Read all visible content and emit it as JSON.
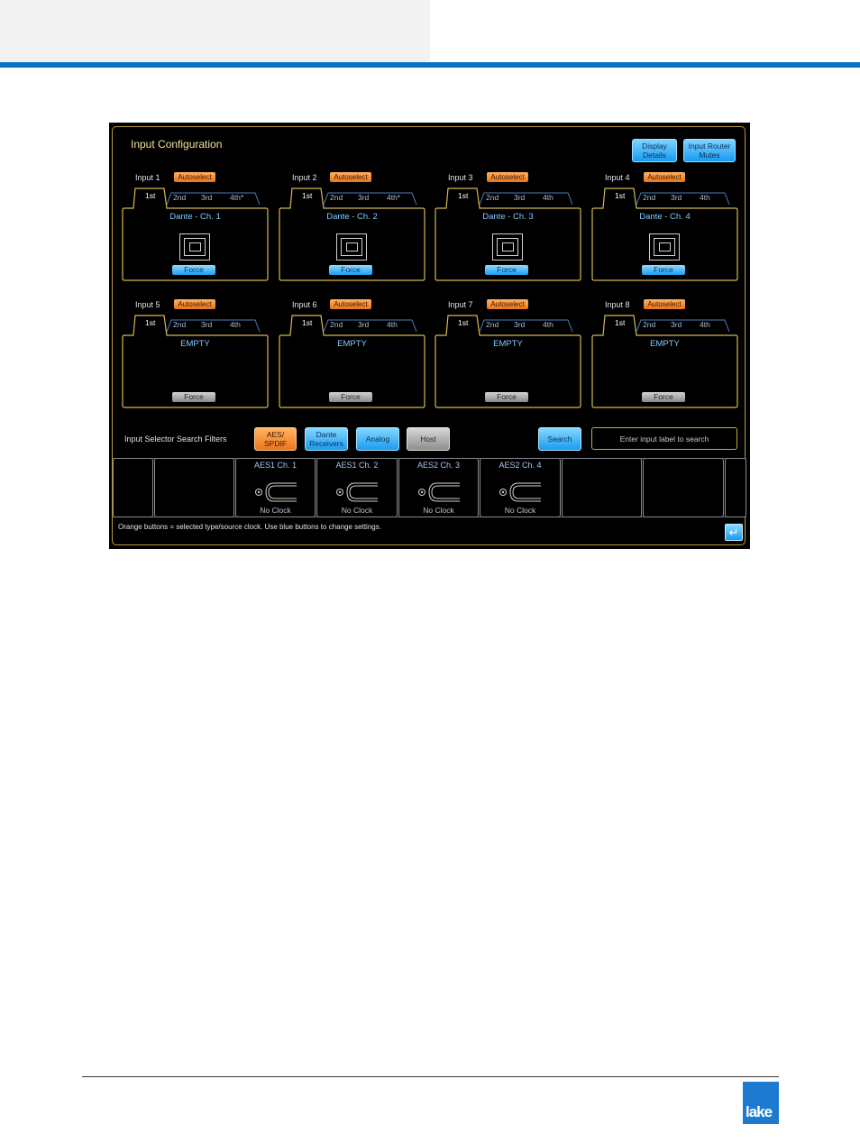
{
  "screen": {
    "title": "Input Configuration",
    "buttons": {
      "display_details": "Display Details",
      "input_router_mutes": "Input Router Mutes"
    },
    "inputs": [
      {
        "label": "Input 1",
        "badge": "Autoselect",
        "tabs": [
          "1st",
          "2nd",
          "3rd",
          "4th*"
        ],
        "source": "Dante - Ch. 1",
        "force": "Force"
      },
      {
        "label": "Input 2",
        "badge": "Autoselect",
        "tabs": [
          "1st",
          "2nd",
          "3rd",
          "4th*"
        ],
        "source": "Dante - Ch. 2",
        "force": "Force"
      },
      {
        "label": "Input 3",
        "badge": "Autoselect",
        "tabs": [
          "1st",
          "2nd",
          "3rd",
          "4th"
        ],
        "source": "Dante - Ch. 3",
        "force": "Force"
      },
      {
        "label": "Input 4",
        "badge": "Autoselect",
        "tabs": [
          "1st",
          "2nd",
          "3rd",
          "4th"
        ],
        "source": "Dante - Ch. 4",
        "force": "Force"
      },
      {
        "label": "Input 5",
        "badge": "Autoselect",
        "tabs": [
          "1st",
          "2nd",
          "3rd",
          "4th"
        ],
        "source": "EMPTY",
        "force": "Force"
      },
      {
        "label": "Input 6",
        "badge": "Autoselect",
        "tabs": [
          "1st",
          "2nd",
          "3rd",
          "4th"
        ],
        "source": "EMPTY",
        "force": "Force"
      },
      {
        "label": "Input 7",
        "badge": "Autoselect",
        "tabs": [
          "1st",
          "2nd",
          "3rd",
          "4th"
        ],
        "source": "EMPTY",
        "force": "Force"
      },
      {
        "label": "Input 8",
        "badge": "Autoselect",
        "tabs": [
          "1st",
          "2nd",
          "3rd",
          "4th"
        ],
        "source": "EMPTY",
        "force": "Force"
      }
    ],
    "filters": {
      "label": "Input Selector Search Filters",
      "aes": "AES/ SPDIF",
      "dante": "Dante Receivers",
      "analog": "Analog",
      "host": "Host",
      "search": "Search",
      "search_placeholder": "Enter input label to search"
    },
    "selector": [
      {
        "name": "AES1 Ch. 1",
        "clock": "No Clock"
      },
      {
        "name": "AES1 Ch. 2",
        "clock": "No Clock"
      },
      {
        "name": "AES2 Ch. 3",
        "clock": "No Clock"
      },
      {
        "name": "AES2 Ch. 4",
        "clock": "No Clock"
      }
    ],
    "status": "Orange buttons = selected type/source clock. Use blue buttons to change settings."
  },
  "logo": "lake"
}
